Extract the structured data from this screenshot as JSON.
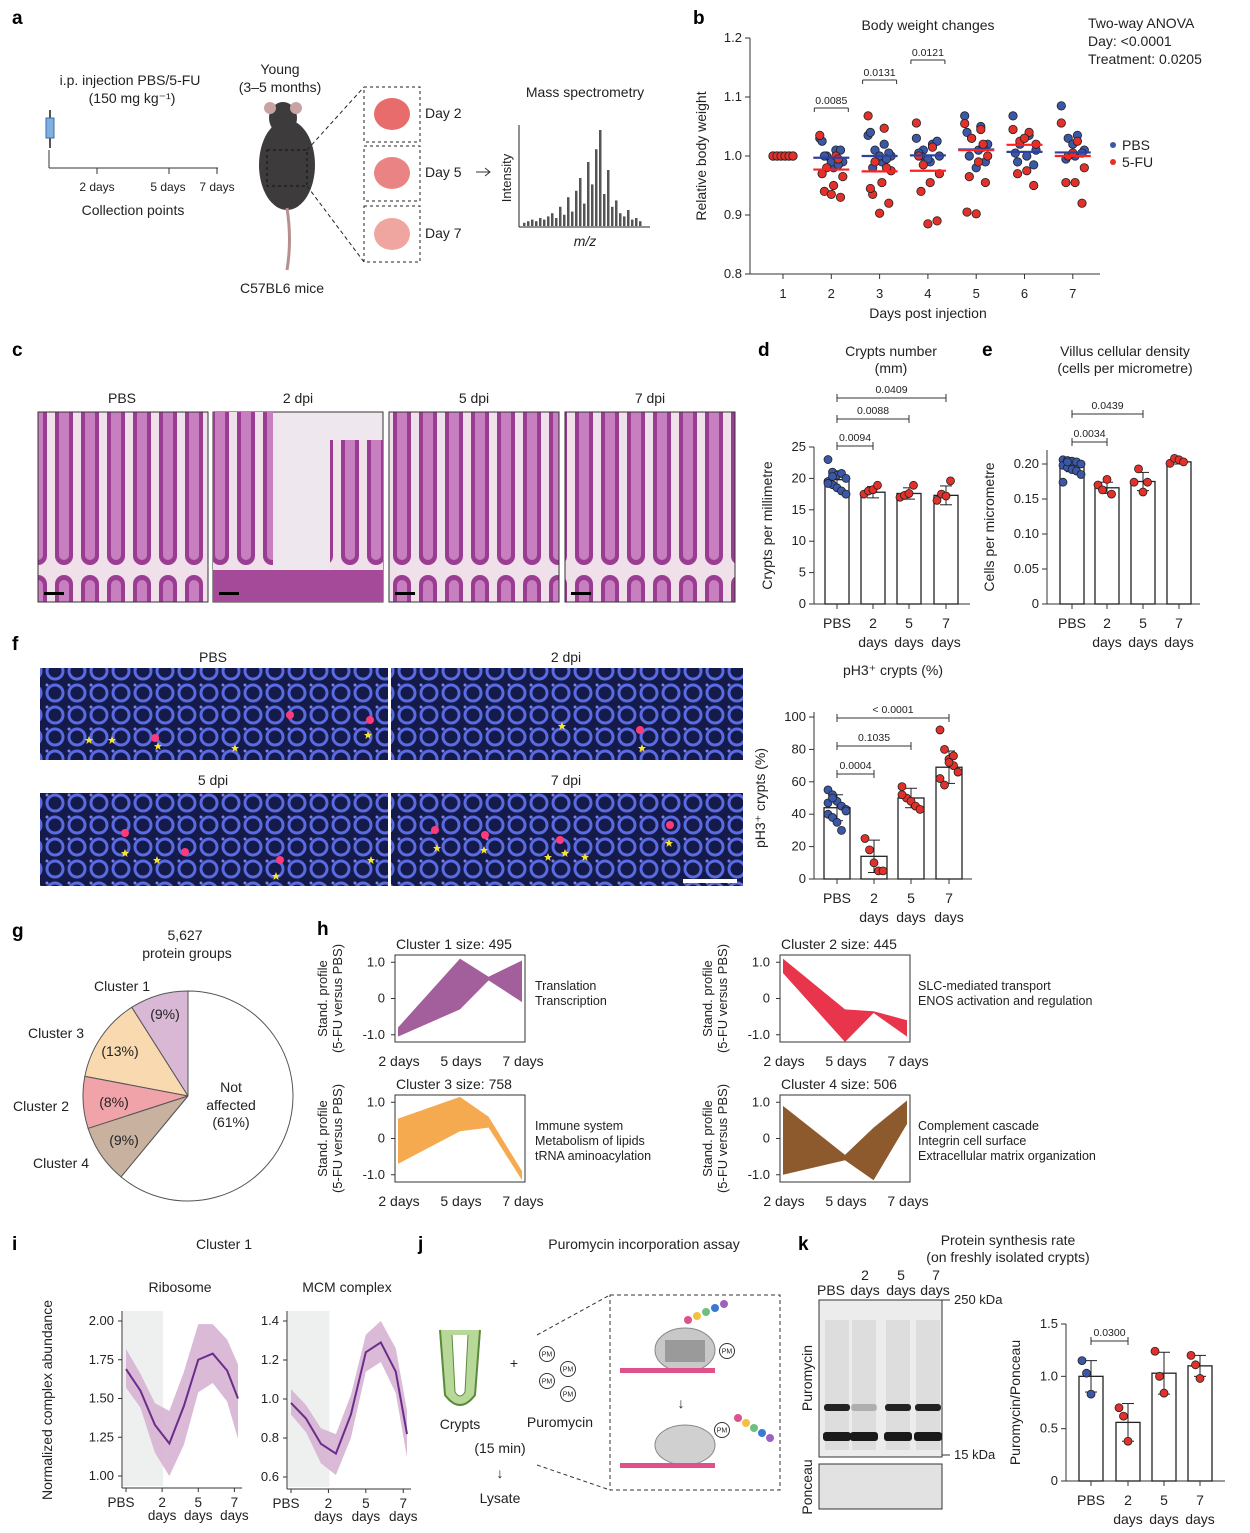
{
  "panel_labels": [
    "a",
    "b",
    "c",
    "d",
    "e",
    "f",
    "g",
    "h",
    "i",
    "j",
    "k"
  ],
  "colors": {
    "pbs": "#3b57a7",
    "fu": "#e2302a",
    "cluster1": "#a35f9c",
    "cluster2": "#e8354c",
    "cluster3": "#f5aa50",
    "cluster4": "#8c5a2c",
    "shade": "#d6b3d2"
  },
  "panel_a": {
    "injection": "i.p. injection PBS/5-FU",
    "dose": "(150 mg kg⁻¹)",
    "timeline_ticks": [
      "2 days",
      "5 days",
      "7 days"
    ],
    "timeline_label": "Collection points",
    "mouse_age": "Young",
    "mouse_age_range": "(3–5 months)",
    "mouse_strain": "C57BL6 mice",
    "days": [
      "Day 2",
      "Day 5",
      "Day 7"
    ],
    "ms_title": "Mass spectrometry",
    "ms_ylabel": "Intensity",
    "ms_xlabel": "m/z",
    "ms_peaks": [
      2,
      3,
      4,
      3,
      5,
      4,
      6,
      8,
      5,
      12,
      7,
      18,
      9,
      22,
      30,
      14,
      40,
      26,
      48,
      60,
      20,
      35,
      12,
      16,
      8,
      6,
      10,
      4,
      5,
      3
    ]
  },
  "panel_c": {
    "titles": [
      "PBS",
      "2 dpi",
      "5 dpi",
      "7 dpi"
    ]
  },
  "panel_f": {
    "titles": [
      "PBS",
      "2 dpi",
      "5 dpi",
      "7 dpi"
    ]
  },
  "panel_j": {
    "title": "Puromycin incorporation assay",
    "crypts": "Crypts",
    "plus": "+",
    "puromycin": "Puromycin",
    "time": "(15 min)",
    "arrow": "↓",
    "lysate": "Lysate",
    "pm": "PM"
  },
  "panel_k": {
    "title_line1": "Protein synthesis rate",
    "title_line2": "(on freshly isolated crypts)",
    "lanes_top": [
      "",
      "2",
      "5",
      "7"
    ],
    "lanes_bottom": [
      "PBS",
      "days",
      "days",
      "days"
    ],
    "marker_high": "250 kDa",
    "marker_low": "15 kDa",
    "blot_label": "Puromycin",
    "loading_label": "Ponceau"
  },
  "chart_data": [
    {
      "id": "b",
      "type": "scatter",
      "title": "Body weight changes",
      "xlabel": "Days post injection",
      "ylabel": "Relative body weight",
      "ylim": [
        0.8,
        1.2
      ],
      "yticks": [
        "0.8",
        "0.9",
        "1.0",
        "1.1",
        "1.2"
      ],
      "x": [
        "1",
        "2",
        "3",
        "4",
        "5",
        "6",
        "7"
      ],
      "stats": [
        "Two-way ANOVA",
        "Day: <0.0001",
        "Treatment: 0.0205"
      ],
      "legend": [
        "PBS",
        "5-FU"
      ],
      "legend_position": "right",
      "series": [
        {
          "name": "PBS",
          "mean": [
            1.0,
            0.997,
            1.0,
            1.001,
            1.011,
            1.007,
            1.006
          ],
          "points": [
            [
              1,
              1,
              1,
              1,
              1,
              1
            ],
            [
              1.03,
              1.01,
              1.0,
              0.99,
              0.98,
              1.0,
              1.01,
              0.99,
              1.025,
              0.985
            ],
            [
              1.035,
              1.02,
              1.01,
              1.0,
              0.99,
              0.98,
              1.005,
              1.0,
              1.04,
              0.995
            ],
            [
              1.03,
              1.02,
              1.01,
              1.0,
              0.99,
              1.0,
              1.025,
              0.995,
              1.005
            ],
            [
              1.068,
              1.05,
              1.03,
              1.02,
              1.01,
              1.0,
              0.99,
              0.98,
              1.04,
              1.015
            ],
            [
              1.068,
              1.035,
              1.02,
              1.01,
              1.0,
              0.99,
              0.985,
              1.03,
              1.005
            ],
            [
              1.085,
              1.035,
              1.03,
              1.01,
              1.0,
              0.995,
              1.005,
              1.02
            ]
          ]
        },
        {
          "name": "5-FU",
          "mean": [
            1.0,
            0.977,
            0.974,
            0.975,
            1.01,
            1.019,
            1.0
          ],
          "points": [
            [
              1,
              1,
              1,
              1,
              1,
              1
            ],
            [
              1.035,
              1.0,
              0.98,
              0.965,
              0.95,
              0.94,
              0.93,
              0.935,
              0.97,
              0.995
            ],
            [
              1.068,
              1.047,
              0.99,
              0.975,
              0.955,
              0.935,
              0.92,
              0.903,
              0.945,
              0.98
            ],
            [
              1.056,
              1.015,
              0.985,
              0.97,
              0.955,
              0.94,
              0.89,
              0.885,
              1.0
            ],
            [
              1.055,
              1.045,
              1.03,
              1.0,
              0.99,
              0.965,
              0.955,
              0.902,
              0.905,
              1.02
            ],
            [
              1.045,
              1.04,
              1.025,
              1.02,
              0.975,
              0.97,
              0.95,
              1.03
            ],
            [
              1.056,
              1.025,
              1.0,
              0.98,
              0.955,
              0.955,
              0.92,
              1.005
            ]
          ]
        }
      ],
      "significance": [
        {
          "x": "2",
          "p": "0.0085"
        },
        {
          "x": "3",
          "p": "0.0131"
        },
        {
          "x": "4",
          "p": "0.0121"
        }
      ]
    },
    {
      "id": "d",
      "type": "bar",
      "title": "Crypts number",
      "subtitle": "(mm)",
      "ylabel": "Crypts per millimetre",
      "ylim": [
        0,
        25
      ],
      "yticks": [
        "0",
        "5",
        "10",
        "15",
        "20",
        "25"
      ],
      "categories": [
        "PBS",
        "2",
        "5",
        "7"
      ],
      "category_sub": [
        "",
        "days",
        "days",
        "days"
      ],
      "values": [
        19.8,
        17.8,
        17.6,
        17.3
      ],
      "errors": [
        1.4,
        0.9,
        0.9,
        1.5
      ],
      "points": [
        [
          23,
          21,
          20.5,
          20.8,
          20,
          19.5,
          19,
          18.5,
          18,
          17.5,
          19.2,
          20.3
        ],
        [
          17.5,
          18,
          18.2,
          18.9
        ],
        [
          17,
          17.3,
          17.6,
          18.9
        ],
        [
          16.5,
          17.5,
          17.2,
          19.6
        ]
      ],
      "significance": [
        {
          "from": 0,
          "to": 1,
          "p": "0.0094"
        },
        {
          "from": 0,
          "to": 2,
          "p": "0.0088"
        },
        {
          "from": 0,
          "to": 3,
          "p": "0.0409"
        }
      ]
    },
    {
      "id": "e",
      "type": "bar",
      "title": "Villus cellular density",
      "subtitle": "(cells per micrometre)",
      "ylabel": "Cells per micrometre",
      "ylim": [
        0,
        0.22
      ],
      "yticks": [
        "0",
        "0.05",
        "0.10",
        "0.15",
        "0.20"
      ],
      "categories": [
        "PBS",
        "2",
        "5",
        "7"
      ],
      "category_sub": [
        "",
        "days",
        "days",
        "days"
      ],
      "values": [
        0.197,
        0.166,
        0.175,
        0.203
      ],
      "errors": [
        0.008,
        0.008,
        0.013,
        0.003
      ],
      "points": [
        [
          0.206,
          0.205,
          0.204,
          0.203,
          0.2,
          0.198,
          0.195,
          0.192,
          0.19,
          0.185,
          0.174,
          0.203
        ],
        [
          0.17,
          0.163,
          0.178,
          0.157
        ],
        [
          0.174,
          0.193,
          0.16,
          0.174
        ],
        [
          0.201,
          0.208,
          0.206,
          0.203
        ]
      ],
      "significance": [
        {
          "from": 0,
          "to": 1,
          "p": "0.0034"
        },
        {
          "from": 0,
          "to": 2,
          "p": "0.0439"
        }
      ]
    },
    {
      "id": "f_bar",
      "type": "bar",
      "title": "pH3⁺ crypts (%)",
      "ylabel": "pH3⁺ crypts (%)",
      "ylim": [
        0,
        100
      ],
      "yticks": [
        "0",
        "20",
        "40",
        "60",
        "80",
        "100"
      ],
      "categories": [
        "PBS",
        "2",
        "5",
        "7"
      ],
      "category_sub": [
        "",
        "days",
        "days",
        "days"
      ],
      "values": [
        44,
        14,
        50,
        69
      ],
      "errors": [
        8,
        10,
        6,
        10
      ],
      "points": [
        [
          55,
          52,
          48,
          45,
          43,
          40,
          38,
          35,
          30,
          42,
          47,
          50
        ],
        [
          25,
          18,
          10,
          5,
          5
        ],
        [
          57,
          50,
          48,
          45,
          43,
          52
        ],
        [
          92,
          80,
          74,
          70,
          66,
          62,
          58,
          72,
          76
        ]
      ],
      "significance": [
        {
          "from": 0,
          "to": 1,
          "p": "0.0004"
        },
        {
          "from": 0,
          "to": 2,
          "p": "0.1035"
        },
        {
          "from": 0,
          "to": 3,
          "p": "< 0.0001"
        }
      ]
    },
    {
      "id": "g",
      "type": "pie",
      "title": "5,627",
      "subtitle": "protein groups",
      "slices": [
        {
          "label": "Cluster 1",
          "pct_label": "(9%)",
          "value": 9,
          "color": "#d8b8d5"
        },
        {
          "label": "Cluster 3",
          "pct_label": "(13%)",
          "value": 13,
          "color": "#f9dab0"
        },
        {
          "label": "Cluster 2",
          "pct_label": "(8%)",
          "value": 8,
          "color": "#f1a3aa"
        },
        {
          "label": "Cluster 4",
          "pct_label": "(9%)",
          "value": 9,
          "color": "#c8b29f"
        },
        {
          "label": "Not affected",
          "pct_label": "(61%)",
          "value": 61,
          "color": "#ffffff"
        }
      ]
    },
    {
      "id": "h",
      "type": "area",
      "ylabel": "Stand. profile (5-FU versus PBS)",
      "ylim": [
        -1.2,
        1.2
      ],
      "yticks": [
        "1.0",
        "0",
        "-1.0"
      ],
      "x": [
        "2 days",
        "5 days",
        "7 days"
      ],
      "clusters": [
        {
          "title": "Cluster 1 size: 495",
          "color": "#a35f9c",
          "upper": [
            -0.8,
            1.1,
            0.6,
            1.05
          ],
          "lower": [
            -1.05,
            -0.3,
            0.5,
            -0.1
          ],
          "terms": [
            "Translation",
            "Transcription"
          ]
        },
        {
          "title": "Cluster 2 size: 445",
          "color": "#e8354c",
          "upper": [
            1.1,
            -0.3,
            -0.35,
            -0.6
          ],
          "lower": [
            0.7,
            -1.2,
            -0.4,
            -1.05
          ],
          "terms": [
            "SLC-mediated transport",
            "ENOS activation and regulation"
          ]
        },
        {
          "title": "Cluster 3 size: 758",
          "color": "#f5aa50",
          "upper": [
            0.55,
            1.15,
            0.6,
            -0.9
          ],
          "lower": [
            -0.7,
            0.2,
            0.3,
            -1.15
          ],
          "terms": [
            "Immune system",
            "Metabolism of lipids",
            "tRNA aminoacylation"
          ]
        },
        {
          "title": "Cluster 4 size: 506",
          "color": "#8c5a2c",
          "upper": [
            0.9,
            -0.45,
            0.3,
            1.05
          ],
          "lower": [
            -1.0,
            -0.6,
            -1.15,
            0.4
          ],
          "terms": [
            "Complement cascade",
            "Integrin cell surface",
            "Extracellular matrix organization"
          ]
        }
      ]
    },
    {
      "id": "i",
      "type": "line",
      "title": "Cluster 1",
      "ylabel": "Normalized complex abundance",
      "categories": [
        "PBS",
        "2",
        "5",
        "7"
      ],
      "category_sub": [
        "",
        "days",
        "days",
        "days"
      ],
      "panels": [
        {
          "title": "Ribosome",
          "ylim": [
            0.95,
            2.05
          ],
          "yticks": [
            "1.00",
            "1.25",
            "1.50",
            "1.75",
            "2.00"
          ],
          "x": [
            0,
            0.4,
            0.8,
            1.2,
            1.6,
            2.0,
            2.4,
            2.8,
            3.1
          ],
          "mean": [
            1.69,
            1.55,
            1.33,
            1.21,
            1.45,
            1.75,
            1.79,
            1.68,
            1.5
          ],
          "upper": [
            1.82,
            1.66,
            1.47,
            1.42,
            1.67,
            1.98,
            1.98,
            1.88,
            1.72
          ],
          "lower": [
            1.57,
            1.44,
            1.15,
            1.0,
            1.2,
            1.54,
            1.6,
            1.48,
            1.24
          ]
        },
        {
          "title": "MCM complex",
          "ylim": [
            0.57,
            1.43
          ],
          "yticks": [
            "0.6",
            "0.8",
            "1.0",
            "1.2",
            "1.4"
          ],
          "x": [
            0,
            0.4,
            0.8,
            1.2,
            1.6,
            2.0,
            2.4,
            2.8,
            3.1
          ],
          "mean": [
            0.98,
            0.9,
            0.77,
            0.72,
            0.92,
            1.24,
            1.29,
            1.14,
            0.82
          ],
          "upper": [
            1.05,
            0.97,
            0.85,
            0.82,
            1.02,
            1.33,
            1.4,
            1.26,
            0.94
          ],
          "lower": [
            0.92,
            0.83,
            0.67,
            0.61,
            0.8,
            1.14,
            1.19,
            1.03,
            0.7
          ]
        }
      ]
    },
    {
      "id": "k",
      "type": "bar",
      "ylabel": "Puromycin/Ponceau",
      "ylim": [
        0,
        1.5
      ],
      "yticks": [
        "0",
        "0.5",
        "1.0",
        "1.5"
      ],
      "categories": [
        "PBS",
        "2",
        "5",
        "7"
      ],
      "category_sub": [
        "",
        "days",
        "days",
        "days"
      ],
      "values": [
        1.0,
        0.56,
        1.03,
        1.1
      ],
      "errors": [
        0.15,
        0.18,
        0.2,
        0.1
      ],
      "points": [
        [
          1.15,
          1.03,
          0.83
        ],
        [
          0.7,
          0.62,
          0.38
        ],
        [
          1.24,
          1.0,
          0.84
        ],
        [
          1.2,
          1.11,
          0.98
        ]
      ],
      "significance": [
        {
          "from": 0,
          "to": 1,
          "p": "0.0300"
        }
      ]
    }
  ]
}
